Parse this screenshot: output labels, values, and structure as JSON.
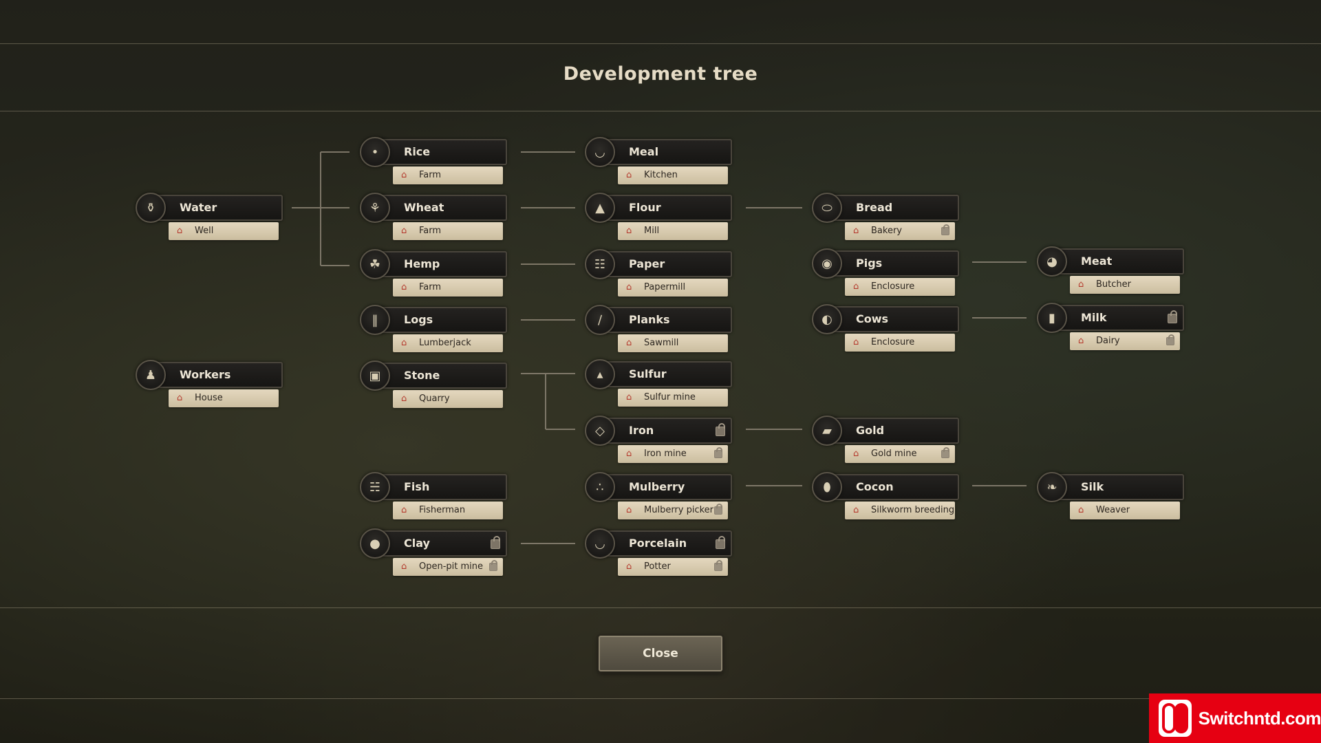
{
  "title": "Development tree",
  "close_label": "Close",
  "watermark": "Switchntd.com",
  "nodes": {
    "water": {
      "name": "Water",
      "building": "Well",
      "icon": "water-bucket-icon",
      "resource_locked": false,
      "building_locked": false
    },
    "workers": {
      "name": "Workers",
      "building": "House",
      "icon": "worker-icon",
      "resource_locked": false,
      "building_locked": false
    },
    "rice": {
      "name": "Rice",
      "building": "Farm",
      "icon": "rice-icon",
      "resource_locked": false,
      "building_locked": false
    },
    "wheat": {
      "name": "Wheat",
      "building": "Farm",
      "icon": "wheat-icon",
      "resource_locked": false,
      "building_locked": false
    },
    "hemp": {
      "name": "Hemp",
      "building": "Farm",
      "icon": "hemp-icon",
      "resource_locked": false,
      "building_locked": false
    },
    "logs": {
      "name": "Logs",
      "building": "Lumberjack",
      "icon": "logs-icon",
      "resource_locked": false,
      "building_locked": false
    },
    "stone": {
      "name": "Stone",
      "building": "Quarry",
      "icon": "stone-icon",
      "resource_locked": false,
      "building_locked": false
    },
    "fish": {
      "name": "Fish",
      "building": "Fisherman",
      "icon": "fish-icon",
      "resource_locked": false,
      "building_locked": false
    },
    "clay": {
      "name": "Clay",
      "building": "Open-pit mine",
      "icon": "clay-icon",
      "resource_locked": true,
      "building_locked": true
    },
    "meal": {
      "name": "Meal",
      "building": "Kitchen",
      "icon": "meal-bowl-icon",
      "resource_locked": false,
      "building_locked": false
    },
    "flour": {
      "name": "Flour",
      "building": "Mill",
      "icon": "flour-sack-icon",
      "resource_locked": false,
      "building_locked": false
    },
    "paper": {
      "name": "Paper",
      "building": "Papermill",
      "icon": "paper-icon",
      "resource_locked": false,
      "building_locked": false
    },
    "planks": {
      "name": "Planks",
      "building": "Sawmill",
      "icon": "planks-icon",
      "resource_locked": false,
      "building_locked": false
    },
    "sulfur": {
      "name": "Sulfur",
      "building": "Sulfur mine",
      "icon": "sulfur-icon",
      "resource_locked": false,
      "building_locked": false
    },
    "iron": {
      "name": "Iron",
      "building": "Iron mine",
      "icon": "iron-icon",
      "resource_locked": true,
      "building_locked": true
    },
    "mulberry": {
      "name": "Mulberry",
      "building": "Mulberry picker",
      "icon": "mulberry-icon",
      "resource_locked": false,
      "building_locked": true
    },
    "porcelain": {
      "name": "Porcelain",
      "building": "Potter",
      "icon": "porcelain-bowl-icon",
      "resource_locked": true,
      "building_locked": true
    },
    "bread": {
      "name": "Bread",
      "building": "Bakery",
      "icon": "bread-icon",
      "resource_locked": false,
      "building_locked": true
    },
    "pigs": {
      "name": "Pigs",
      "building": "Enclosure",
      "icon": "pig-icon",
      "resource_locked": false,
      "building_locked": false
    },
    "cows": {
      "name": "Cows",
      "building": "Enclosure",
      "icon": "cow-icon",
      "resource_locked": false,
      "building_locked": false
    },
    "gold": {
      "name": "Gold",
      "building": "Gold mine",
      "icon": "gold-icon",
      "resource_locked": false,
      "building_locked": true
    },
    "cocon": {
      "name": "Cocon",
      "building": "Silkworm breeding",
      "icon": "cocoon-icon",
      "resource_locked": false,
      "building_locked": false
    },
    "meat": {
      "name": "Meat",
      "building": "Butcher",
      "icon": "meat-icon",
      "resource_locked": false,
      "building_locked": false
    },
    "milk": {
      "name": "Milk",
      "building": "Dairy",
      "icon": "milk-icon",
      "resource_locked": true,
      "building_locked": true
    },
    "silk": {
      "name": "Silk",
      "building": "Weaver",
      "icon": "silk-icon",
      "resource_locked": false,
      "building_locked": false
    }
  }
}
